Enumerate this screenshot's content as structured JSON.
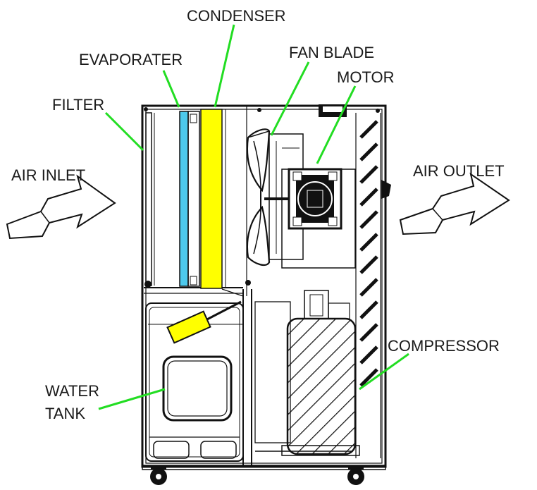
{
  "labels": {
    "condenser": "CONDENSER",
    "evaporater": "EVAPORATER",
    "fan_blade": "FAN BLADE",
    "motor": "MOTOR",
    "filter": "FILTER",
    "air_inlet": "AIR INLET",
    "air_outlet": "AIR OUTLET",
    "compressor": "COMPRESSOR",
    "water_tank_line1": "WATER",
    "water_tank_line2": "TANK"
  },
  "colors": {
    "leader": "#22dd22",
    "condenser": "#ffff00",
    "evaporator": "#4dc9ec",
    "float": "#ffff00",
    "line": "#111111"
  }
}
